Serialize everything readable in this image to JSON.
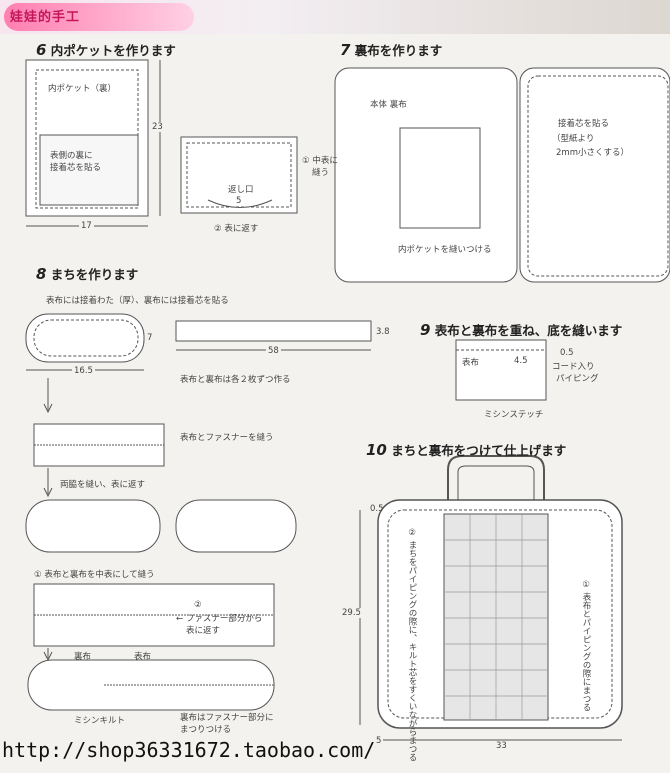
{
  "header": {
    "shop_logo": "娃娃的手工"
  },
  "sec6": {
    "title_num": "6",
    "title": "内ポケットを作ります",
    "pocket_back": "内ポケット（裏）",
    "interfacing_1": "表側の裏に",
    "interfacing_2": "接着芯を貼る",
    "dim_w": "17",
    "dim_h": "23",
    "step1_1": "① 中表に",
    "step1_2": "縫う",
    "return_opening": "返し口",
    "gap_5": "5",
    "step2": "② 表に返す"
  },
  "sec7": {
    "title_num": "7",
    "title": "裏布を作ります",
    "body_lining": "本体 裏布",
    "sew_pocket": "内ポケットを縫いつける",
    "interfacing_a": "接着芯を貼る",
    "interfacing_b": "（型紙より",
    "interfacing_c": "2mm小さくする）"
  },
  "sec8": {
    "title_num": "8",
    "title": "まちを作ります",
    "note": "表布には接着わた（厚）、裏布には接着芯を貼る",
    "dim_7": "7",
    "dim_16_5": "16.5",
    "dim_58": "58",
    "dim_3_8": "3.8",
    "make_two": "表布と裏布は各２枚ずつ作る",
    "sew_zipper": "表布とファスナーを縫う",
    "sew_ends": "両脇を縫い、表に返す",
    "step_inside": "① 表布と裏布を中表にして縫う",
    "step2_1": "②",
    "step2_2": "← ファスナー部分から",
    "step2_3": "表に返す",
    "lining": "裏布",
    "outer": "表布",
    "machine_quilt": "ミシンキルト",
    "zip_note_1": "裏布はファスナー部分に",
    "zip_note_2": "まつりつける"
  },
  "sec9": {
    "title_num": "9",
    "title": "表布と裏布を重ね、底を縫います",
    "outer": "表布",
    "dim_4_5": "4.5",
    "dim_0_5": "0.5",
    "piping_1": "コード入り",
    "piping_2": "パイピング",
    "stitch": "ミシンステッチ"
  },
  "sec10": {
    "title_num": "10",
    "title": "まちと裏布をつけて仕上げます",
    "dim_0_5": "0.5",
    "dim_29_5": "29.5",
    "dim_5": "5",
    "dim_33": "33",
    "v_note_left": "② まちをパイピングの際に、キルト芯をすくいながらまつる",
    "v_note_right": "① 表布とパイピングの際にまつる"
  },
  "footer": {
    "url": "http://shop36331672.taobao.com/"
  }
}
